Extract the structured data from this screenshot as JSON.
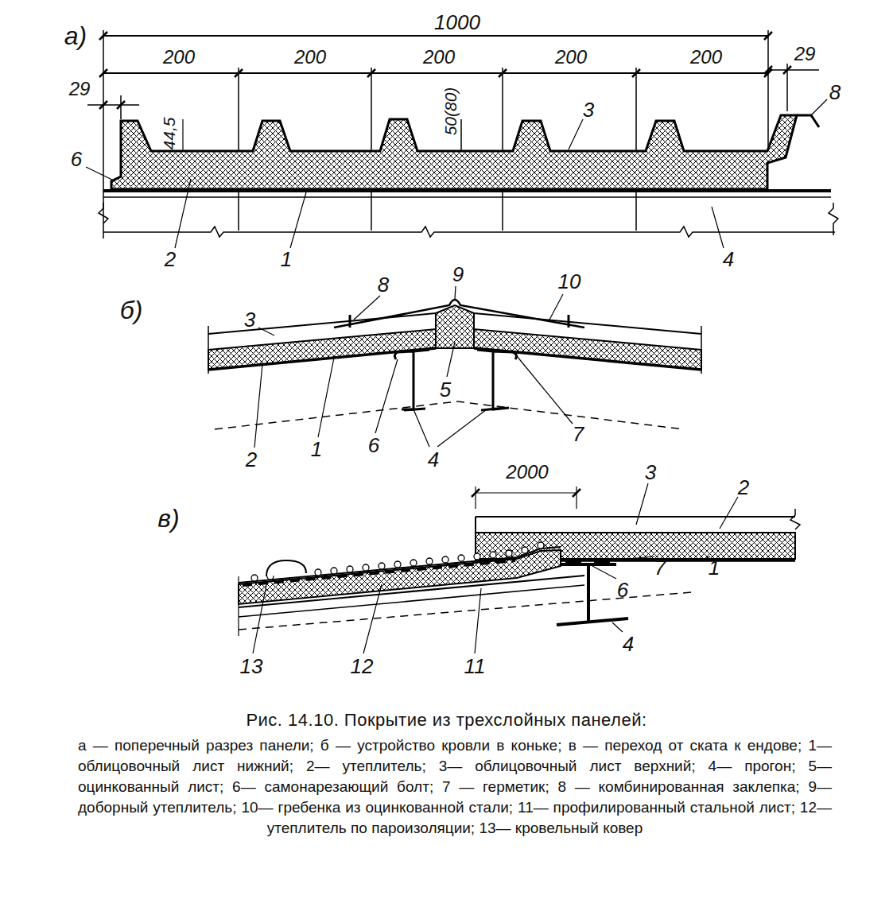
{
  "diagram": {
    "caption": "Рис. 14.10. Покрытие из трехслойных панелей:",
    "labels": [
      "а)",
      "1000",
      "200",
      "200",
      "200",
      "200",
      "200",
      "29",
      "29",
      "44,5",
      "50(80)",
      "8",
      "3",
      "6",
      "2",
      "1",
      "4",
      "б)",
      "8",
      "9",
      "10",
      "3",
      "5",
      "2",
      "1",
      "6",
      "4",
      "7",
      "в)",
      "2000",
      "3",
      "2",
      "7",
      "1",
      "6",
      "4",
      "13",
      "12",
      "11",
      "а — поперечный разрез панели; б — устройство кровли в коньке; в — переход от ската к ендове; 1— облицовочный лист нижний; 2— утеплитель; 3— облицовочный лист верхний; 4— прогон; 5— оцинкованный лист; 6— самонарезающий болт; 7 — герметик; 8 — комбинированная заклепка; 9— доборный утеплитель; 10— гребенка из оцинкованной стали; 11— профилированный стальной лист; 12— утеплитель по пароизоляции; 13— кровельный ковер"
    ]
  }
}
